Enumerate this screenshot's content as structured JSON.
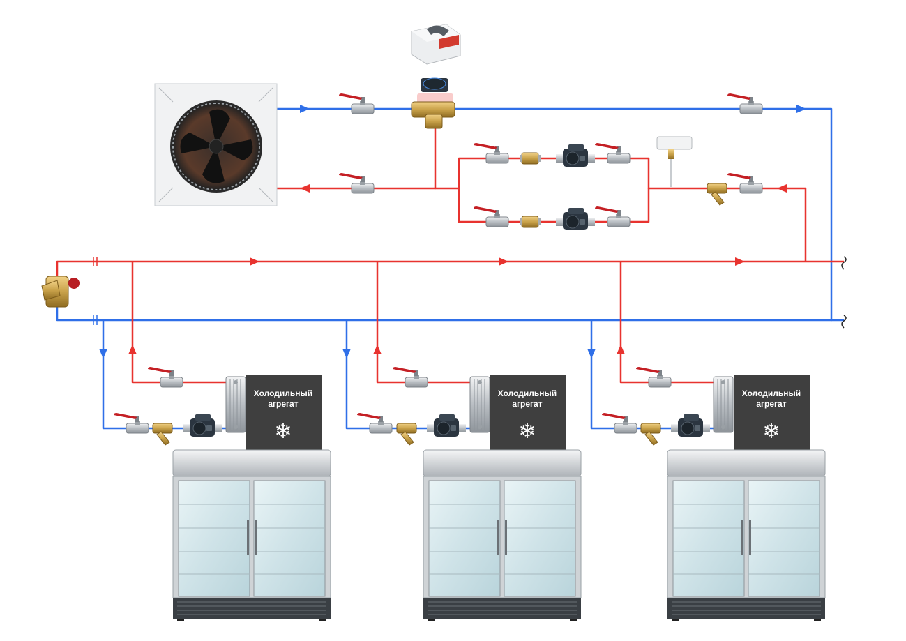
{
  "colors": {
    "supply": "#e8332f",
    "return": "#2f6fe8",
    "unit_panel": "#3f3f3f",
    "brass": "#c9a24a",
    "chrome": "#c8ccd0",
    "handle": "#c41f24",
    "pump_body": "#2b3540"
  },
  "units": [
    {
      "label_line1": "Холодильный",
      "label_line2": "агрегат",
      "icon": "snowflake-icon",
      "glyph": "❄"
    },
    {
      "label_line1": "Холодильный",
      "label_line2": "агрегат",
      "icon": "snowflake-icon",
      "glyph": "❄"
    },
    {
      "label_line1": "Холодильный",
      "label_line2": "агрегат",
      "icon": "snowflake-icon",
      "glyph": "❄"
    }
  ],
  "components": {
    "dry_cooler": "dry-cooler-fan-icon",
    "mixing_valve": "three-way-mixing-valve-icon",
    "actuator": "valve-actuator-icon",
    "pump": "circulation-pump-icon",
    "check_valve": "check-valve-icon",
    "ball_valve": "ball-valve-icon",
    "strainer": "y-strainer-icon",
    "balancing_valve": "balancing-valve-icon",
    "flow_switch": "flow-switch-icon",
    "heat_exchanger": "plate-heat-exchanger-icon",
    "display_fridge": "display-fridge-icon"
  }
}
